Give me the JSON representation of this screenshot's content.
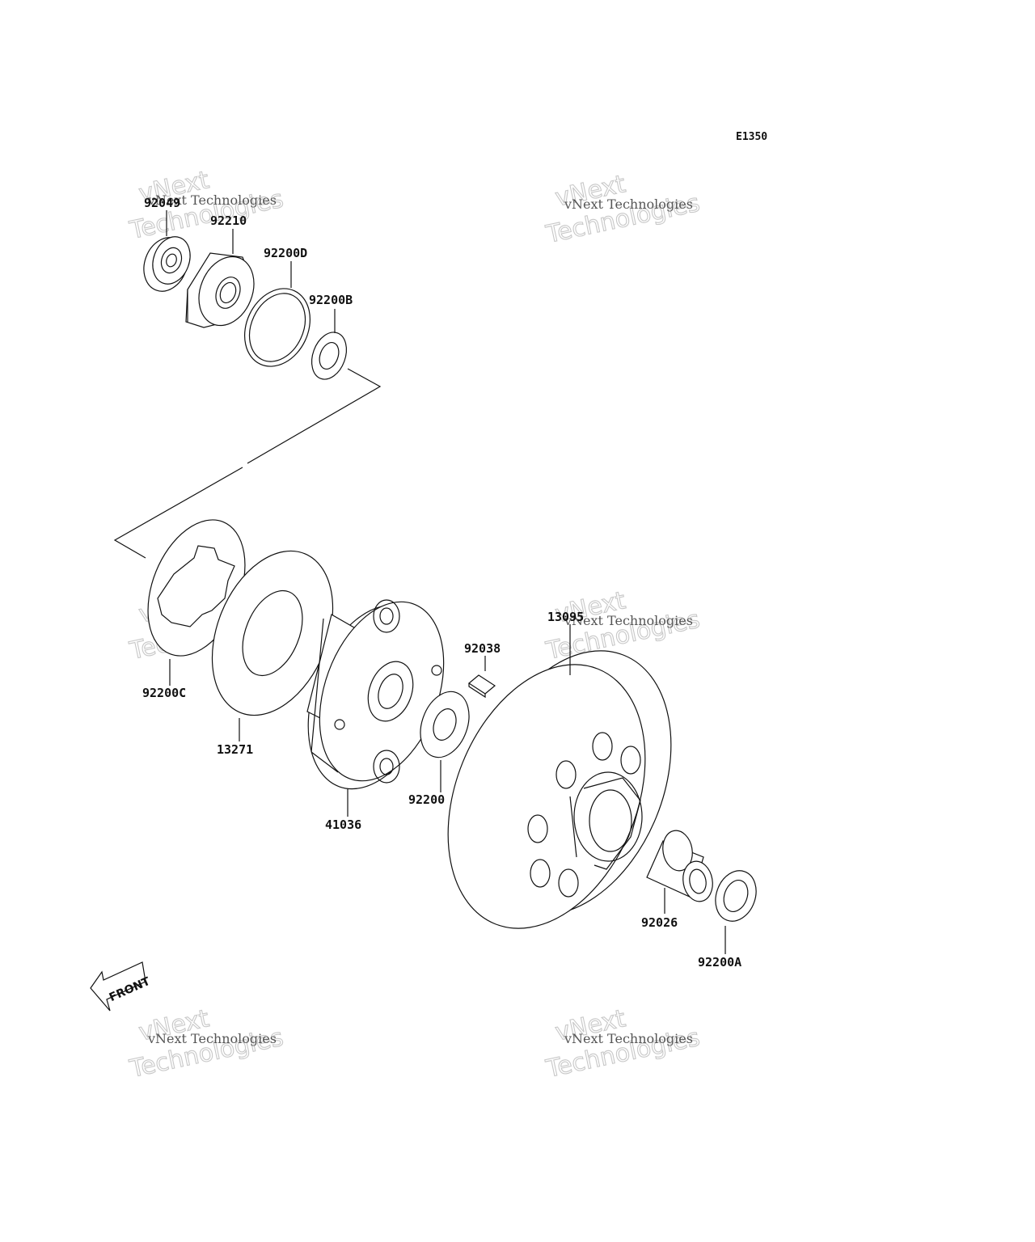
{
  "diagram_code": "E1350",
  "front_indicator": "FRONT",
  "watermark": {
    "line1": "vNext Technologies",
    "line2": "vNext",
    "line3": "Technologies"
  },
  "parts": [
    {
      "id": "p1",
      "label": "92049"
    },
    {
      "id": "p2",
      "label": "92210"
    },
    {
      "id": "p3",
      "label": "92200D"
    },
    {
      "id": "p4",
      "label": "92200B"
    },
    {
      "id": "p5",
      "label": "92200C"
    },
    {
      "id": "p6",
      "label": "13271"
    },
    {
      "id": "p7",
      "label": "41036"
    },
    {
      "id": "p8",
      "label": "92038"
    },
    {
      "id": "p9",
      "label": "92200"
    },
    {
      "id": "p10",
      "label": "13095"
    },
    {
      "id": "p11",
      "label": "92026"
    },
    {
      "id": "p12",
      "label": "92200A"
    }
  ]
}
